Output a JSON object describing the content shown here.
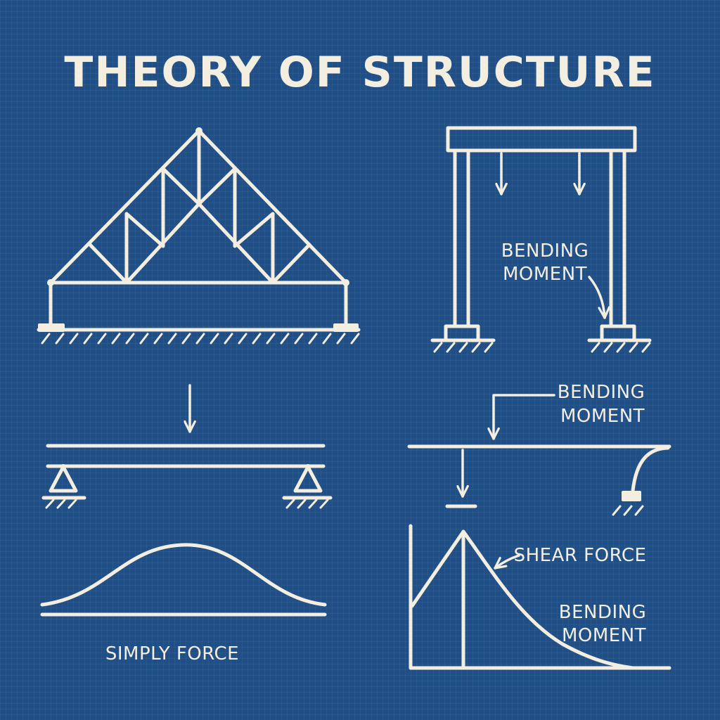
{
  "title": "THEORY OF STRUCTURE",
  "portal_frame": {
    "label_line1": "BENDING",
    "label_line2": "MOMENT"
  },
  "cantilever": {
    "label_line1": "BENDING",
    "label_line2": "MOMENT"
  },
  "simple_beam": {
    "caption": "SIMPLY FORCE"
  },
  "force_diagram": {
    "shear_label": "SHEAR FORCE",
    "moment_line1": "BENDING",
    "moment_line2": "MOMENT"
  },
  "colors": {
    "background": "#1f4f86",
    "ink": "#f3eee0"
  }
}
